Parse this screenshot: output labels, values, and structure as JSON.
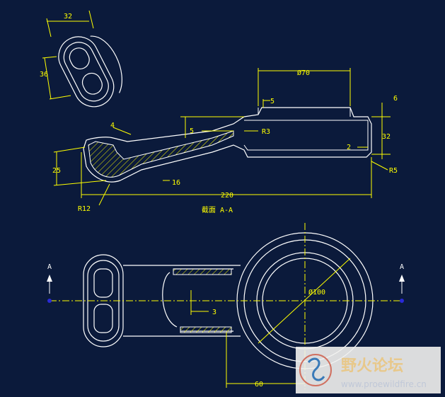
{
  "drawing": {
    "section_label": "截面 A-A",
    "section_marker_left": "A",
    "section_marker_right": "A",
    "dimensions": {
      "top_width": "32",
      "top_height": "36",
      "thickness_4": "4",
      "height_25": "25",
      "radius_r12": "R12",
      "wall_16": "16",
      "length_220": "220",
      "offset_5_small": "5",
      "step_5": "5",
      "diameter_70": "Ø70",
      "right_6": "6",
      "radius_r3": "R3",
      "height_32": "32",
      "wall_2": "2",
      "radius_r5": "R5",
      "diameter_100": "Ø100",
      "depth_3": "3",
      "distance_60": "60"
    },
    "colors": {
      "background": "#0b1a3b",
      "geometry": "#ffffff",
      "dimension": "#ffff00",
      "centerline": "#ffff00"
    }
  },
  "watermark": {
    "name_cn": "野火论坛",
    "url": "www.proewildfire.cn"
  }
}
